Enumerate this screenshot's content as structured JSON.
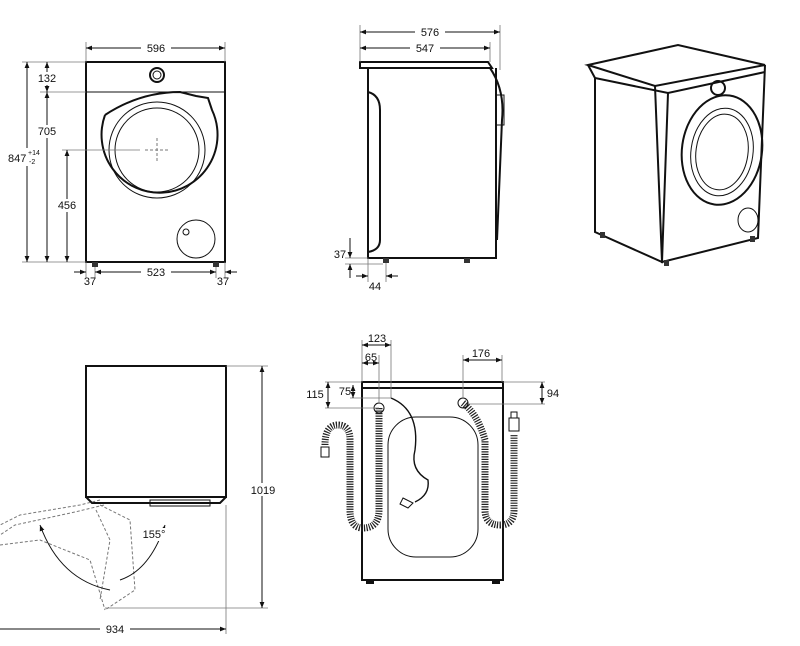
{
  "front_view": {
    "width": "596",
    "top_panel": "132",
    "door_height": "705",
    "total_height": "847",
    "tol_plus": "+14",
    "tol_minus": "-2",
    "door_center": "456",
    "feet_span": "523",
    "foot_left": "37",
    "foot_right": "37"
  },
  "side_view": {
    "depth_total": "576",
    "depth_body": "547",
    "foot_height": "37",
    "foot_inset": "44"
  },
  "top_view": {
    "depth_door_open": "1019",
    "width_door_open": "934",
    "door_angle": "155°"
  },
  "back_view": {
    "inlet_offset": "123",
    "drain_offset": "65",
    "hose_right_offset": "176",
    "drain_height": "115",
    "inlet_height": "75",
    "right_height": "94"
  }
}
